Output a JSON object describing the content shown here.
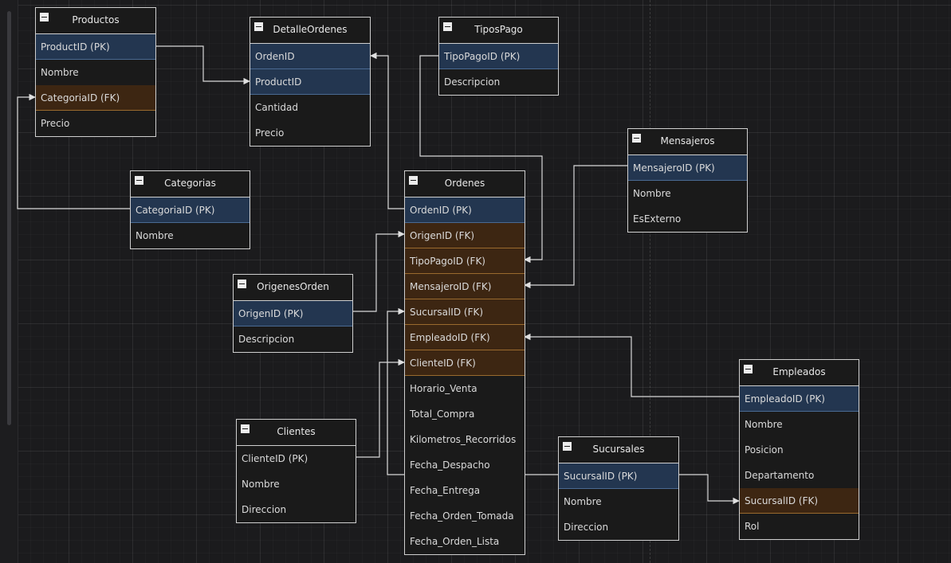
{
  "entities": {
    "productos": {
      "title": "Productos",
      "fields": [
        {
          "name": "ProductID (PK)",
          "key": "pk"
        },
        {
          "name": "Nombre",
          "key": ""
        },
        {
          "name": "CategoriaID (FK)",
          "key": "fk"
        },
        {
          "name": "Precio",
          "key": ""
        }
      ]
    },
    "detalleordenes": {
      "title": "DetalleOrdenes",
      "fields": [
        {
          "name": "OrdenID",
          "key": "pk"
        },
        {
          "name": "ProductID",
          "key": "pk"
        },
        {
          "name": "Cantidad",
          "key": ""
        },
        {
          "name": "Precio",
          "key": ""
        }
      ]
    },
    "tipospago": {
      "title": "TiposPago",
      "fields": [
        {
          "name": "TipoPagoID (PK)",
          "key": "pk"
        },
        {
          "name": "Descripcion",
          "key": ""
        }
      ]
    },
    "mensajeros": {
      "title": "Mensajeros",
      "fields": [
        {
          "name": "MensajeroID (PK)",
          "key": "pk"
        },
        {
          "name": "Nombre",
          "key": ""
        },
        {
          "name": "EsExterno",
          "key": ""
        }
      ]
    },
    "categorias": {
      "title": "Categorias",
      "fields": [
        {
          "name": "CategoriaID (PK)",
          "key": "pk"
        },
        {
          "name": "Nombre",
          "key": ""
        }
      ]
    },
    "ordenes": {
      "title": "Ordenes",
      "fields": [
        {
          "name": "OrdenID (PK)",
          "key": "pk"
        },
        {
          "name": "OrigenID (FK)",
          "key": "fk"
        },
        {
          "name": "TipoPagoID (FK)",
          "key": "fk"
        },
        {
          "name": "MensajeroID (FK)",
          "key": "fk"
        },
        {
          "name": "SucursalID (FK)",
          "key": "fk"
        },
        {
          "name": "EmpleadoID (FK)",
          "key": "fk"
        },
        {
          "name": "ClienteID (FK)",
          "key": "fk"
        },
        {
          "name": "Horario_Venta",
          "key": ""
        },
        {
          "name": "Total_Compra",
          "key": ""
        },
        {
          "name": "Kilometros_Recorridos",
          "key": ""
        },
        {
          "name": "Fecha_Despacho",
          "key": ""
        },
        {
          "name": "Fecha_Entrega",
          "key": ""
        },
        {
          "name": "Fecha_Orden_Tomada",
          "key": ""
        },
        {
          "name": "Fecha_Orden_Lista",
          "key": ""
        }
      ]
    },
    "origenesorden": {
      "title": "OrigenesOrden",
      "fields": [
        {
          "name": "OrigenID (PK)",
          "key": "pk"
        },
        {
          "name": "Descripcion",
          "key": ""
        }
      ]
    },
    "clientes": {
      "title": "Clientes",
      "fields": [
        {
          "name": "ClienteID (PK)",
          "key": ""
        },
        {
          "name": "Nombre",
          "key": ""
        },
        {
          "name": "Direccion",
          "key": ""
        }
      ]
    },
    "sucursales": {
      "title": "Sucursales",
      "fields": [
        {
          "name": "SucursalID (PK)",
          "key": "pk"
        },
        {
          "name": "Nombre",
          "key": ""
        },
        {
          "name": "Direccion",
          "key": ""
        }
      ]
    },
    "empleados": {
      "title": "Empleados",
      "fields": [
        {
          "name": "EmpleadoID (PK)",
          "key": "pk"
        },
        {
          "name": "Nombre",
          "key": ""
        },
        {
          "name": "Posicion",
          "key": ""
        },
        {
          "name": "Departamento",
          "key": ""
        },
        {
          "name": "SucursalID (FK)",
          "key": "fk"
        },
        {
          "name": "Rol",
          "key": ""
        }
      ]
    }
  },
  "colors": {
    "pk_fill": "#233650",
    "fk_fill": "#3d2612",
    "connector": "#d8d8d8",
    "border": "#cfcfcf"
  },
  "icons": {
    "collapse": "collapse-icon"
  }
}
